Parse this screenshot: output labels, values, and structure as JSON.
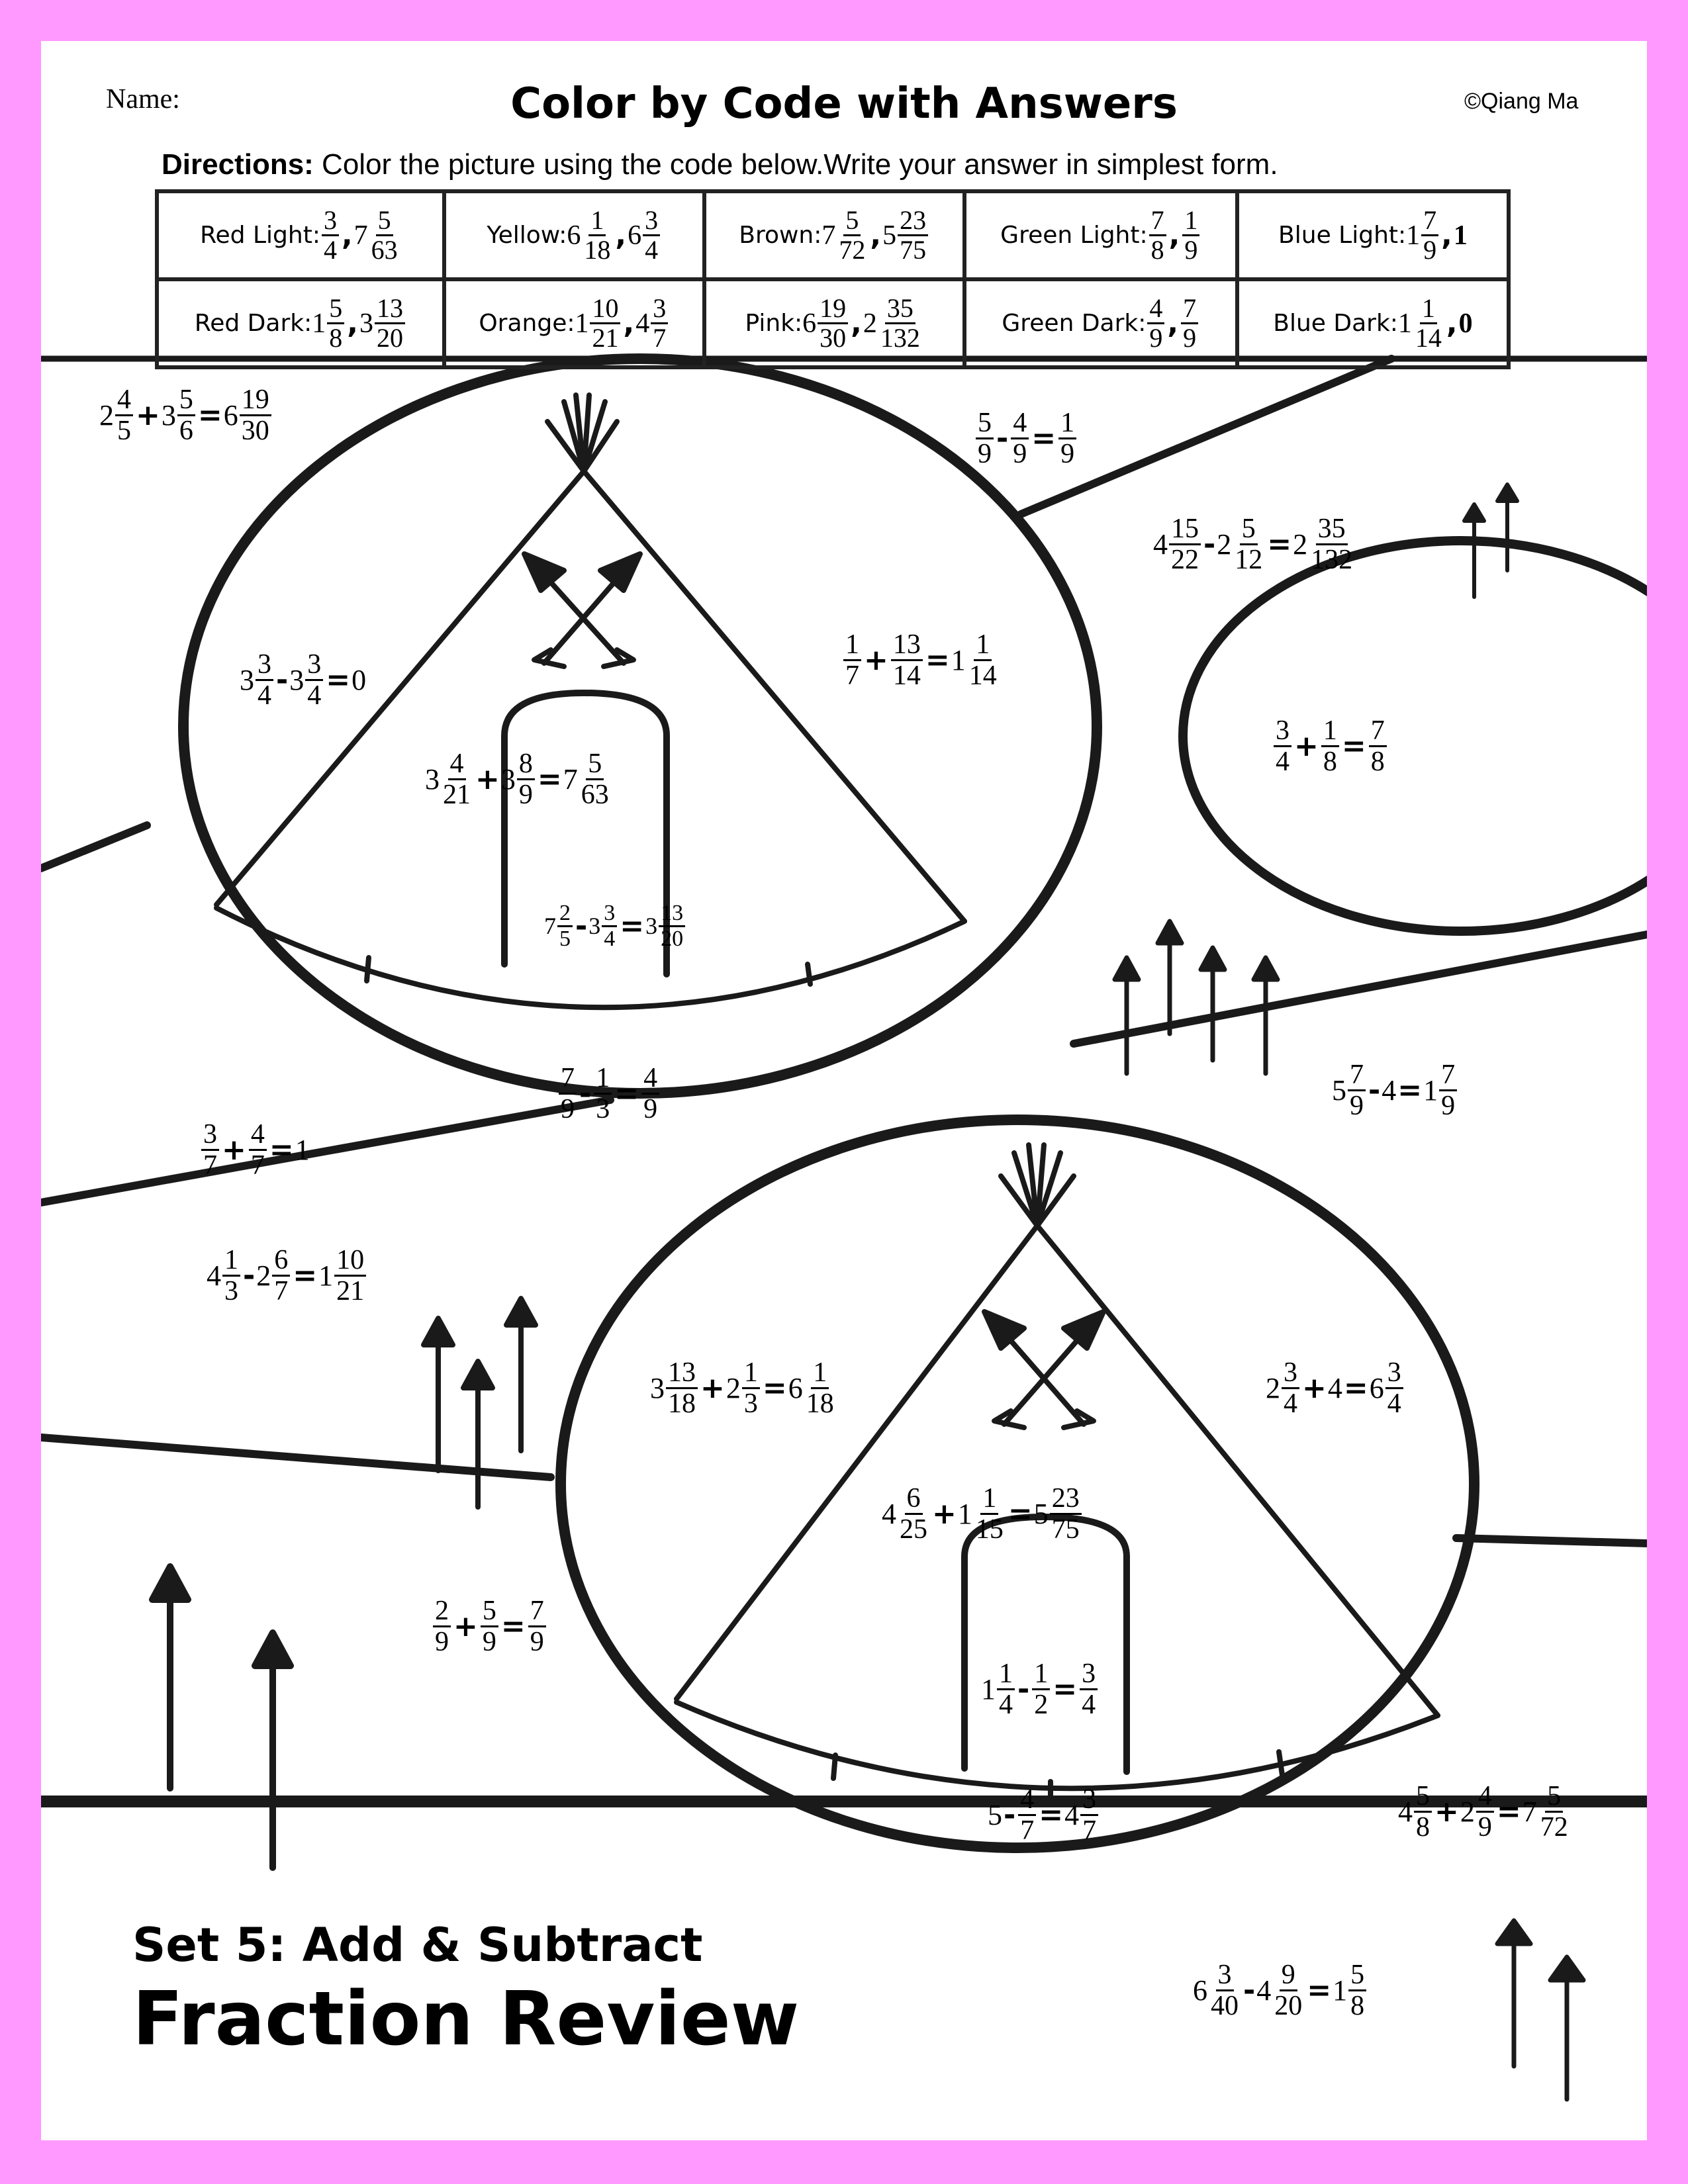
{
  "header": {
    "name_label": "Name:",
    "title": "Color by Code with Answers",
    "copyright": "©Qiang Ma",
    "directions_label": "Directions:",
    "directions_text": " Color the picture using the code below.Write your answer in simplest form."
  },
  "color_codes": [
    [
      {
        "label": "Red Light:",
        "answers": [
          "3/4",
          "7 5/63"
        ]
      },
      {
        "label": "Yellow:",
        "answers": [
          "6 1/18",
          "6 3/4"
        ]
      },
      {
        "label": "Brown:",
        "answers": [
          "7 5/72",
          "5 23/75"
        ]
      },
      {
        "label": "Green Light:",
        "answers": [
          "7/8",
          "1/9"
        ]
      },
      {
        "label": "Blue Light:",
        "answers": [
          "1 7/9",
          "1"
        ]
      }
    ],
    [
      {
        "label": "Red Dark:",
        "answers": [
          "1 5/8",
          "3 13/20"
        ]
      },
      {
        "label": "Orange:",
        "answers": [
          "1 10/21",
          "4 3/7"
        ]
      },
      {
        "label": "Pink:",
        "answers": [
          "6 19/30",
          "2 35/132"
        ]
      },
      {
        "label": "Green Dark:",
        "answers": [
          "4/9",
          "7/9"
        ]
      },
      {
        "label": "Blue Dark:",
        "answers": [
          "1 1/14",
          "0"
        ]
      }
    ]
  ],
  "equations": [
    {
      "terms": [
        "2 4/5",
        "+",
        "3 5/6",
        "=",
        "6 19/30"
      ]
    },
    {
      "terms": [
        "5/9",
        "-",
        "4/9",
        "=",
        "1/9"
      ]
    },
    {
      "terms": [
        "4 15/22",
        "-",
        "2 5/12",
        "=",
        "2 35/132"
      ]
    },
    {
      "terms": [
        "3 3/4",
        "-",
        "3 3/4",
        "=",
        "0"
      ]
    },
    {
      "terms": [
        "1/7",
        "+",
        "13/14",
        "=",
        "1 1/14"
      ]
    },
    {
      "terms": [
        "3/4",
        "+",
        "1/8",
        "=",
        "7/8"
      ]
    },
    {
      "terms": [
        "3 4/21",
        "+",
        "3 8/9",
        "=",
        "7 5/63"
      ]
    },
    {
      "terms": [
        "7 2/5",
        "-",
        "3 3/4",
        "=",
        "3 13/20"
      ]
    },
    {
      "terms": [
        "7/9",
        "-",
        "1/3",
        "=",
        "4/9"
      ]
    },
    {
      "terms": [
        "5 7/9",
        "-",
        "4",
        "=",
        "1 7/9"
      ]
    },
    {
      "terms": [
        "3/7",
        "+",
        "4/7",
        "=",
        "1"
      ]
    },
    {
      "terms": [
        "4 1/3",
        "-",
        "2 6/7",
        "=",
        "1 10/21"
      ]
    },
    {
      "terms": [
        "3 13/18",
        "+",
        "2 1/3",
        "=",
        "6 1/18"
      ]
    },
    {
      "terms": [
        "2 3/4",
        "+",
        "4",
        "=",
        "6 3/4"
      ]
    },
    {
      "terms": [
        "4 6/25",
        "+",
        "1 1/15",
        "=",
        "5 23/75"
      ]
    },
    {
      "terms": [
        "2/9",
        "+",
        "5/9",
        "=",
        "7/9"
      ]
    },
    {
      "terms": [
        "1 1/4",
        "-",
        "1/2",
        "=",
        "3/4"
      ]
    },
    {
      "terms": [
        "5",
        "-",
        "4/7",
        "=",
        "4 3/7"
      ]
    },
    {
      "terms": [
        "4 5/8",
        "+",
        "2 4/9",
        "=",
        "7 5/72"
      ]
    },
    {
      "terms": [
        "6 3/40",
        "-",
        "4 9/20",
        "=",
        "1 5/8"
      ]
    }
  ],
  "footer": {
    "set_label": "Set 5: Add & Subtract",
    "review_label": "Fraction Review"
  },
  "colors": {
    "border": "#ff99ff",
    "ink": "#1a1a1a",
    "paper": "#ffffff"
  }
}
